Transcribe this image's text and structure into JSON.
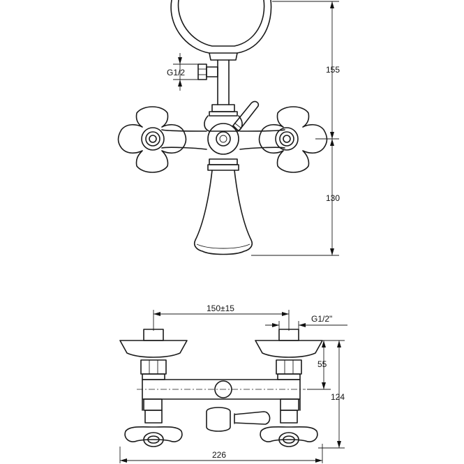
{
  "dimensions": {
    "top_height_upper": "155",
    "top_height_lower": "130",
    "thread_top": "G1/2",
    "center_distance": "150±15",
    "thread_bottom": "G1/2\"",
    "outlet_offset": "55",
    "body_height": "124",
    "overall_width": "226"
  }
}
